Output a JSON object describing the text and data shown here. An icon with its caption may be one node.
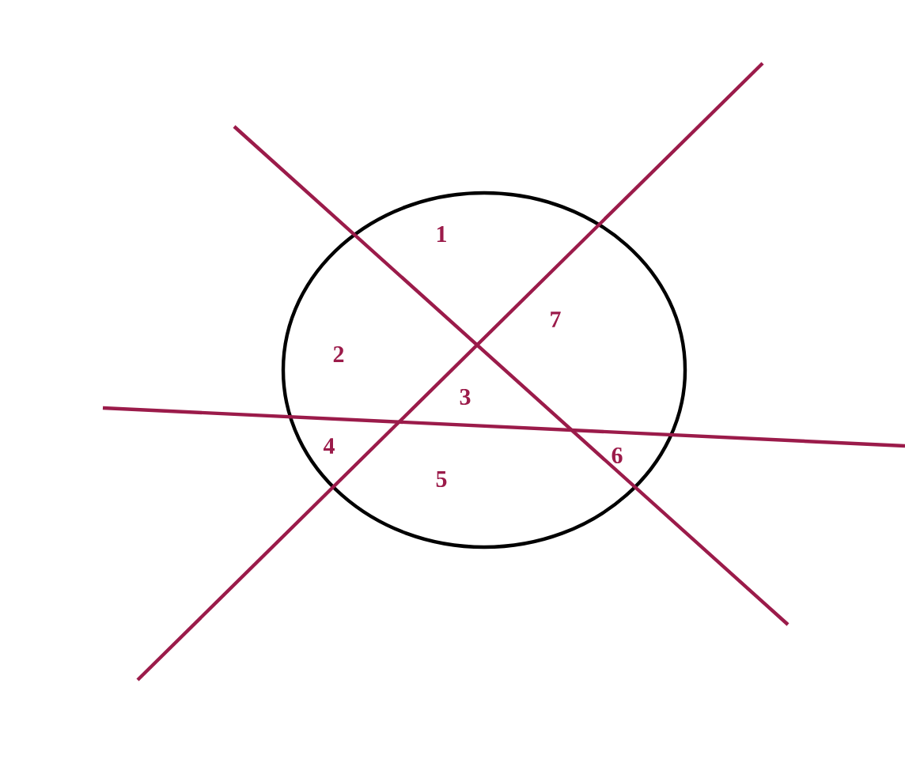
{
  "diagram": {
    "labels": [
      "1",
      "7",
      "2",
      "3",
      "4",
      "6",
      "5"
    ]
  }
}
